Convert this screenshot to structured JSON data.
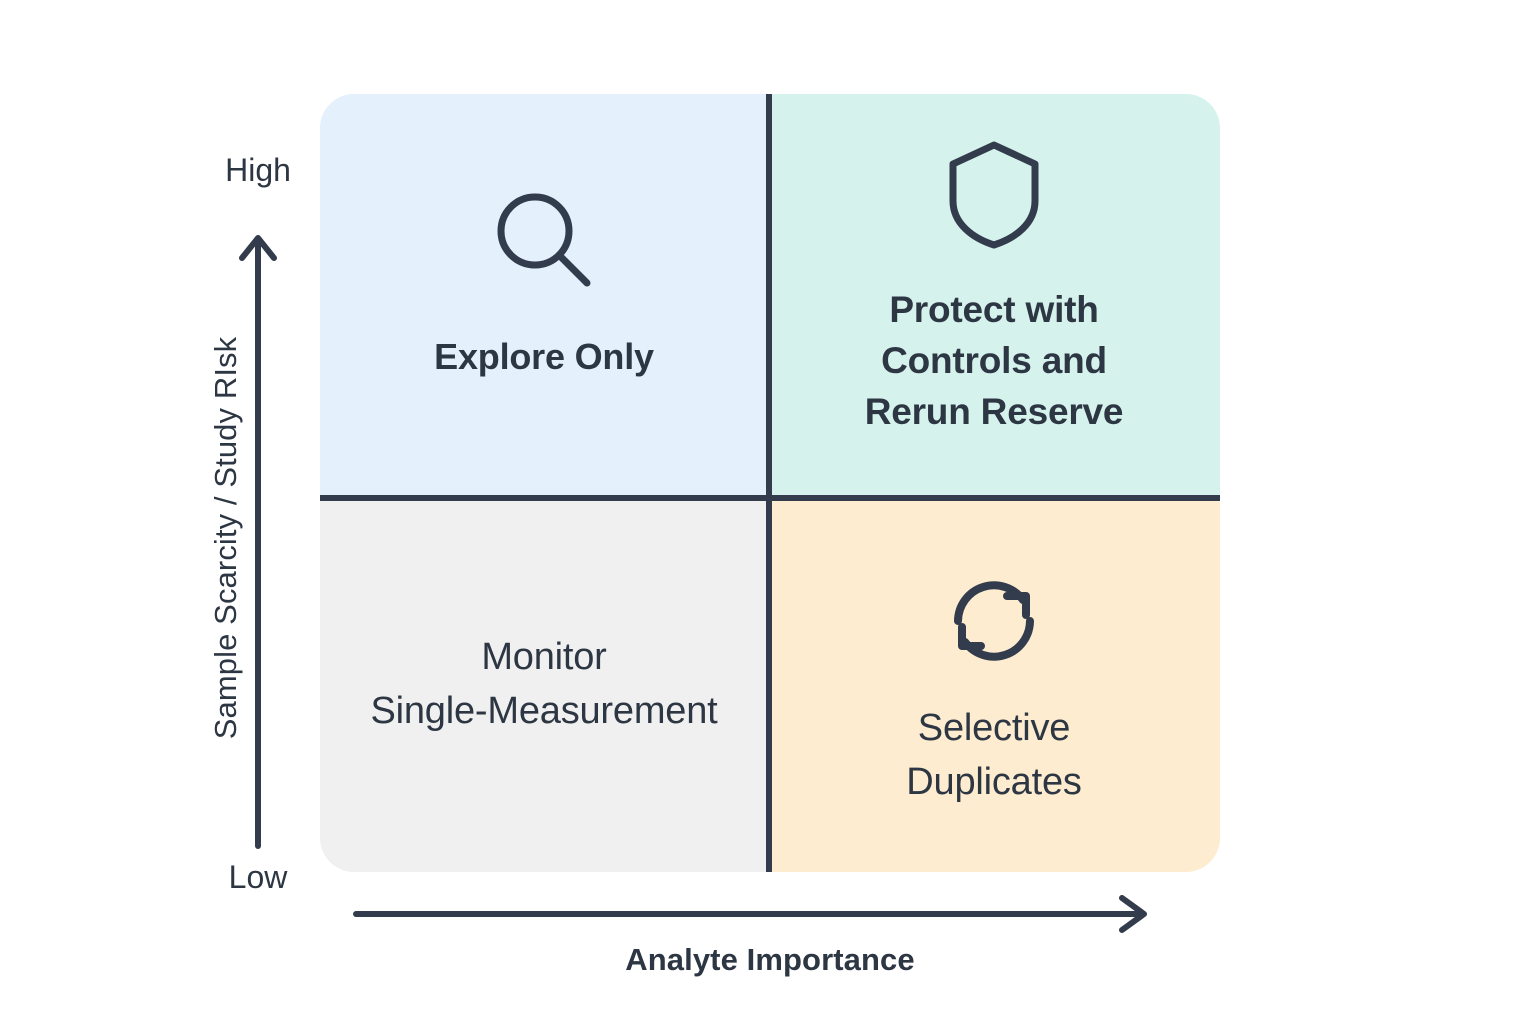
{
  "chart_data": {
    "type": "matrix-2x2",
    "title": "",
    "xlabel": "Analyte Importance",
    "ylabel": "Sample Scarcity / Study RIsk",
    "y_axis_ticks": {
      "high": "High",
      "low": "Low"
    },
    "grid": false,
    "legend": "none",
    "colors": {
      "quadrant_top_left": "#e4f0fb",
      "quadrant_top_right": "#d6f2ec",
      "quadrant_bottom_left": "#f0f0f0",
      "quadrant_bottom_right": "#fdeccf",
      "divider": "#323c4c",
      "text": "#2d3643",
      "background": "#ffffff"
    },
    "quadrants": [
      {
        "position": "top-left",
        "x_level": "low",
        "y_level": "high",
        "label": "Explore Only",
        "icon": "magnifier-icon",
        "bold": true
      },
      {
        "position": "top-right",
        "x_level": "high",
        "y_level": "high",
        "label": "Protect with\nControls and\nRerun Reserve",
        "icon": "shield-icon",
        "bold": true
      },
      {
        "position": "bottom-left",
        "x_level": "low",
        "y_level": "low",
        "label": "Monitor\nSingle-Measurement",
        "icon": "none",
        "bold": false
      },
      {
        "position": "bottom-right",
        "x_level": "high",
        "y_level": "low",
        "label": "Selective\nDuplicates",
        "icon": "refresh-cycle-icon",
        "bold": false
      }
    ]
  },
  "axes": {
    "x_label": "Analyte Importance",
    "y_label": "Sample Scarcity / Study RIsk",
    "y_high": "High",
    "y_low": "Low"
  },
  "quadrants": {
    "top_left": {
      "label": "Explore Only"
    },
    "top_right": {
      "label": "Protect with\nControls and\nRerun Reserve"
    },
    "bottom_left": {
      "label": "Monitor\nSingle-Measurement"
    },
    "bottom_right": {
      "label": "Selective\nDuplicates"
    }
  }
}
